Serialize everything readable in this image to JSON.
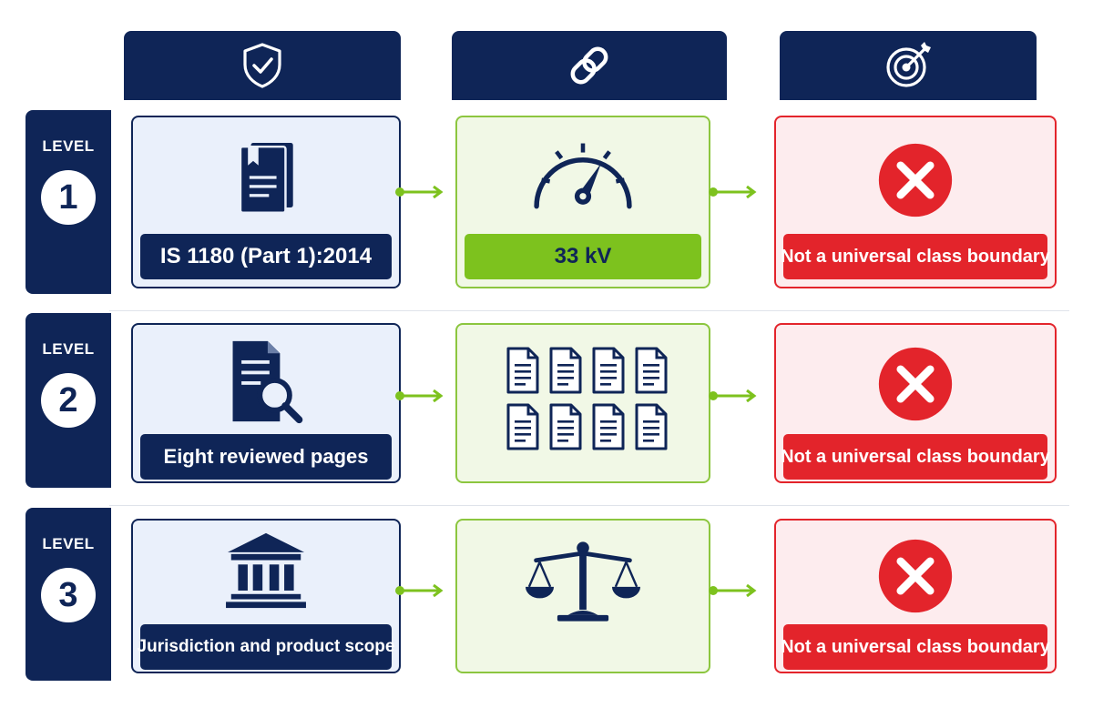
{
  "headers": [
    {
      "icon": "shield-check-icon"
    },
    {
      "icon": "chain-link-icon"
    },
    {
      "icon": "target-arrow-icon"
    }
  ],
  "rows": [
    {
      "level_word": "LEVEL",
      "level_number": "1",
      "source_icon": "standard-book-icon",
      "source_label": "IS 1180 (Part 1):2014",
      "value_icon": "gauge-icon",
      "value_label": "33 kV",
      "result_icon": "red-x-icon",
      "result_label": "Not a universal class boundary"
    },
    {
      "level_word": "LEVEL",
      "level_number": "2",
      "source_icon": "document-search-icon",
      "source_label": "Eight reviewed pages",
      "value_icon": "document-grid-icon",
      "result_icon": "red-x-icon",
      "result_label": "Not a universal class boundary"
    },
    {
      "level_word": "LEVEL",
      "level_number": "3",
      "source_icon": "courthouse-icon",
      "source_label": "Jurisdiction and product scope",
      "value_icon": "balance-scale-icon",
      "result_icon": "red-x-icon",
      "result_label": "Not a universal class boundary"
    }
  ],
  "colors": {
    "navy": "#0f2557",
    "green": "#7dc21e",
    "green_border": "#8cc63f",
    "red": "#e3242b",
    "navy_card_bg": "#eaf0fb",
    "green_card_bg": "#f1f8e6",
    "red_card_bg": "#fdecee"
  }
}
